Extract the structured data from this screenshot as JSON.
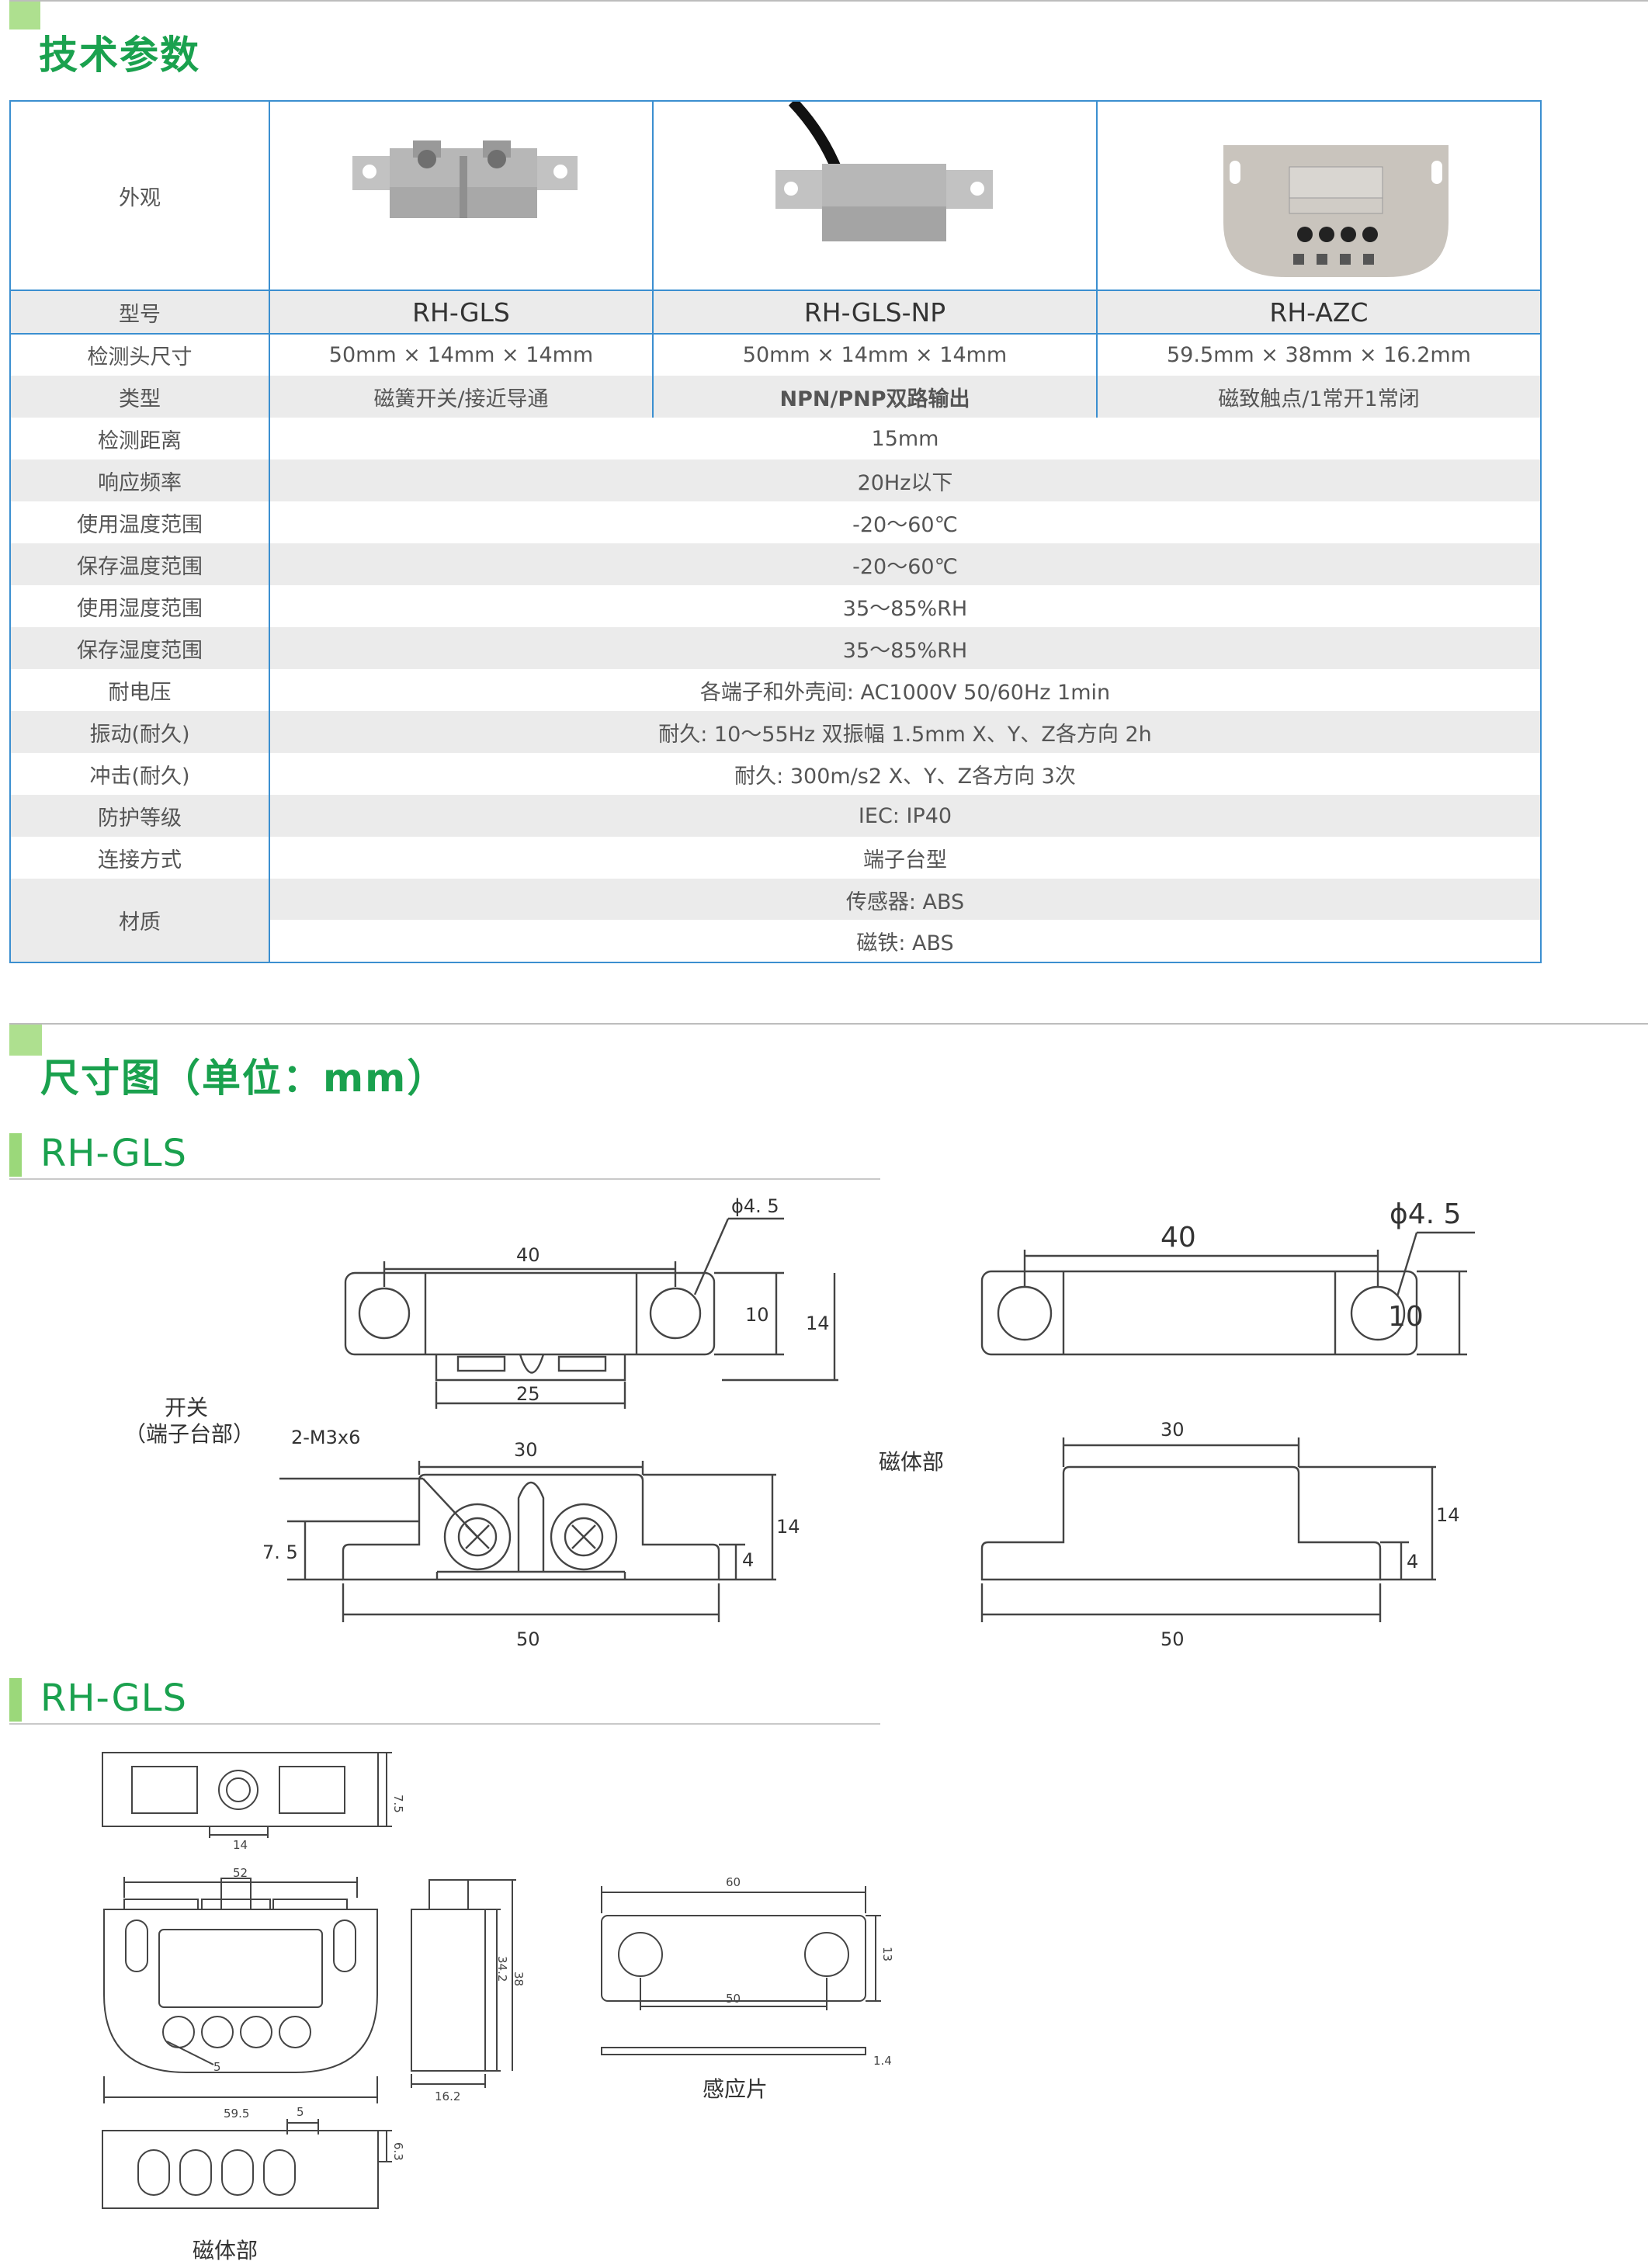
{
  "sections": {
    "tech_params_title": "技术参数",
    "dimensions_title": "尺寸图（单位：mm）"
  },
  "table": {
    "appearance_label": "外观",
    "rows": [
      {
        "label": "型号",
        "values": [
          "RH-GLS",
          "RH-GLS-NP",
          "RH-AZC"
        ]
      },
      {
        "label": "检测头尺寸",
        "values": [
          "50mm × 14mm × 14mm",
          "50mm × 14mm × 14mm",
          "59.5mm × 38mm × 16.2mm"
        ]
      },
      {
        "label": "类型",
        "values": [
          "磁簧开关/接近导通",
          "NPN/PNP双路输出",
          "磁致触点/1常开1常闭"
        ]
      },
      {
        "label": "检测距离",
        "value": "15mm"
      },
      {
        "label": "响应频率",
        "value": "20Hz以下"
      },
      {
        "label": "使用温度范围",
        "value": "-20～60℃"
      },
      {
        "label": "保存温度范围",
        "value": "-20～60℃"
      },
      {
        "label": "使用湿度范围",
        "value": "35～85%RH"
      },
      {
        "label": "保存湿度范围",
        "value": "35～85%RH"
      },
      {
        "label": "耐电压",
        "value": "各端子和外壳间: AC1000V 50/60Hz 1min"
      },
      {
        "label": "振动(耐久)",
        "value": "耐久: 10～55Hz 双振幅 1.5mm X、Y、Z各方向 2h"
      },
      {
        "label": "冲击(耐久)",
        "value": "耐久: 300m/s2 X、Y、Z各方向 3次"
      },
      {
        "label": "防护等级",
        "value": "IEC: IP40"
      },
      {
        "label": "连接方式",
        "value": "端子台型"
      },
      {
        "label": "材质",
        "values": [
          "传感器: ABS",
          "磁铁: ABS"
        ]
      }
    ]
  },
  "drawings": {
    "sub1_title": "RH-GLS",
    "sub2_title": "RH-GLS",
    "switch_label_1": "开关",
    "switch_label_2": "（端子台部）",
    "magnet_label": "磁体部",
    "sensor_plate_label": "感应片",
    "magnet_label_2": "磁体部",
    "dims_a": {
      "d40": "40",
      "phi": "ϕ4. 5",
      "d10": "10",
      "d14": "14",
      "d25": "25",
      "thread": "2-M3x6",
      "d30": "30",
      "d7_5": "7. 5",
      "d4": "4",
      "d50": "50"
    },
    "dims_b": {
      "d40": "40",
      "phi": "ϕ4. 5",
      "d10": "10",
      "d30": "30",
      "d14": "14",
      "d4": "4",
      "d50": "50"
    },
    "dims_c": {
      "d7_5": "7.5",
      "d14": "14",
      "d52": "52",
      "d34_2": "34.2",
      "d38": "38",
      "d5": "5",
      "d59_5": "59.5",
      "d16_2": "16.2",
      "d5b": "5",
      "d6_3": "6.3",
      "d60": "60",
      "d13": "13",
      "d50": "50",
      "d1_4": "1.4"
    }
  }
}
